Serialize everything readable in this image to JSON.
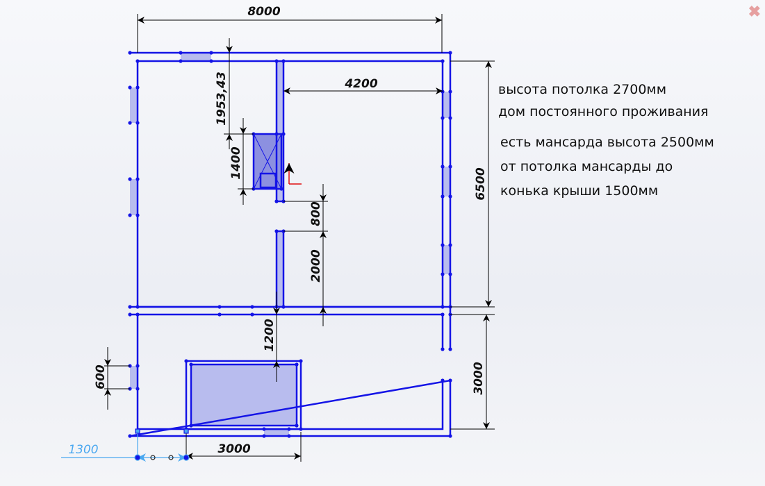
{
  "dimensions": {
    "overall_width": "8000",
    "inner_span": "4200",
    "overall_depth": "6500",
    "lower_room_depth": "3000",
    "stove_offset": "1953,43",
    "stove_length": "1400",
    "door_opening": "800",
    "wall_segment": "2000",
    "room_gap": "1200",
    "window_size": "600",
    "object_width": "3000",
    "active_dimension": "1300"
  },
  "notes": [
    "высота потолка 2700мм",
    "дом постоянного проживания",
    "есть мансарда высота 2500мм",
    " от потолка мансарды до",
    "конька крыши 1500мм"
  ],
  "colors": {
    "sketch": "#1414e6",
    "fill": "#b8bcee",
    "active": "#4aa8f0",
    "origin": "#e01010"
  },
  "icons": {
    "confirm_corner": "close-icon"
  }
}
